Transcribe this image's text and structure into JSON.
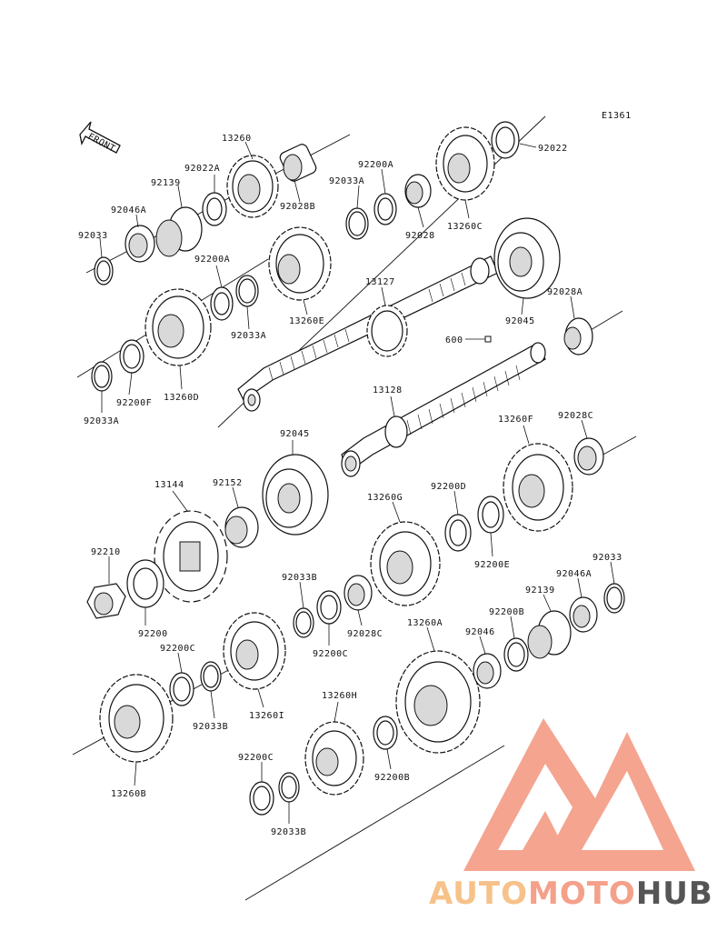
{
  "diagram": {
    "code": "E1361",
    "front_label": "FRONT",
    "parts": [
      {
        "id": "13260",
        "label": "13260"
      },
      {
        "id": "92022A",
        "label": "92022A"
      },
      {
        "id": "92139_top",
        "label": "92139"
      },
      {
        "id": "92046A_top",
        "label": "92046A"
      },
      {
        "id": "92033_top",
        "label": "92033"
      },
      {
        "id": "92028B",
        "label": "92028B"
      },
      {
        "id": "92033A_top",
        "label": "92033A"
      },
      {
        "id": "92200A_top",
        "label": "92200A"
      },
      {
        "id": "92028_top",
        "label": "92028"
      },
      {
        "id": "13260C",
        "label": "13260C"
      },
      {
        "id": "92022",
        "label": "92022"
      },
      {
        "id": "92200A_mid",
        "label": "92200A"
      },
      {
        "id": "92033A_mid",
        "label": "92033A"
      },
      {
        "id": "13260E",
        "label": "13260E"
      },
      {
        "id": "13127",
        "label": "13127"
      },
      {
        "id": "92045_top",
        "label": "92045"
      },
      {
        "id": "92028A",
        "label": "92028A"
      },
      {
        "id": "600",
        "label": "600"
      },
      {
        "id": "13260D",
        "label": "13260D"
      },
      {
        "id": "92200F",
        "label": "92200F"
      },
      {
        "id": "92033A_low",
        "label": "92033A"
      },
      {
        "id": "13128",
        "label": "13128"
      },
      {
        "id": "92045_mid",
        "label": "92045"
      },
      {
        "id": "13260F",
        "label": "13260F"
      },
      {
        "id": "92028C_right",
        "label": "92028C"
      },
      {
        "id": "13144",
        "label": "13144"
      },
      {
        "id": "92152",
        "label": "92152"
      },
      {
        "id": "13260G",
        "label": "13260G"
      },
      {
        "id": "92200D",
        "label": "92200D"
      },
      {
        "id": "92200E",
        "label": "92200E"
      },
      {
        "id": "92210",
        "label": "92210"
      },
      {
        "id": "92200",
        "label": "92200"
      },
      {
        "id": "92033B_mid",
        "label": "92033B"
      },
      {
        "id": "92028C_mid",
        "label": "92028C"
      },
      {
        "id": "92200C_mid",
        "label": "92200C"
      },
      {
        "id": "13260A",
        "label": "13260A"
      },
      {
        "id": "92033_right",
        "label": "92033"
      },
      {
        "id": "92046A_right",
        "label": "92046A"
      },
      {
        "id": "92139_right",
        "label": "92139"
      },
      {
        "id": "92200B_top",
        "label": "92200B"
      },
      {
        "id": "92046",
        "label": "92046"
      },
      {
        "id": "92200C_left",
        "label": "92200C"
      },
      {
        "id": "92033B_left",
        "label": "92033B"
      },
      {
        "id": "13260I",
        "label": "13260I"
      },
      {
        "id": "13260B",
        "label": "13260B"
      },
      {
        "id": "13260H",
        "label": "13260H"
      },
      {
        "id": "92200B_low",
        "label": "92200B"
      },
      {
        "id": "92200C_low",
        "label": "92200C"
      },
      {
        "id": "92033B_low",
        "label": "92033B"
      }
    ]
  },
  "watermark": {
    "part1": "AUTO",
    "part2": "MOTO",
    "part3": "HUB",
    "color_primary": "#f4a08a",
    "color_light": "#f6c28a",
    "color_dark": "#555555"
  }
}
